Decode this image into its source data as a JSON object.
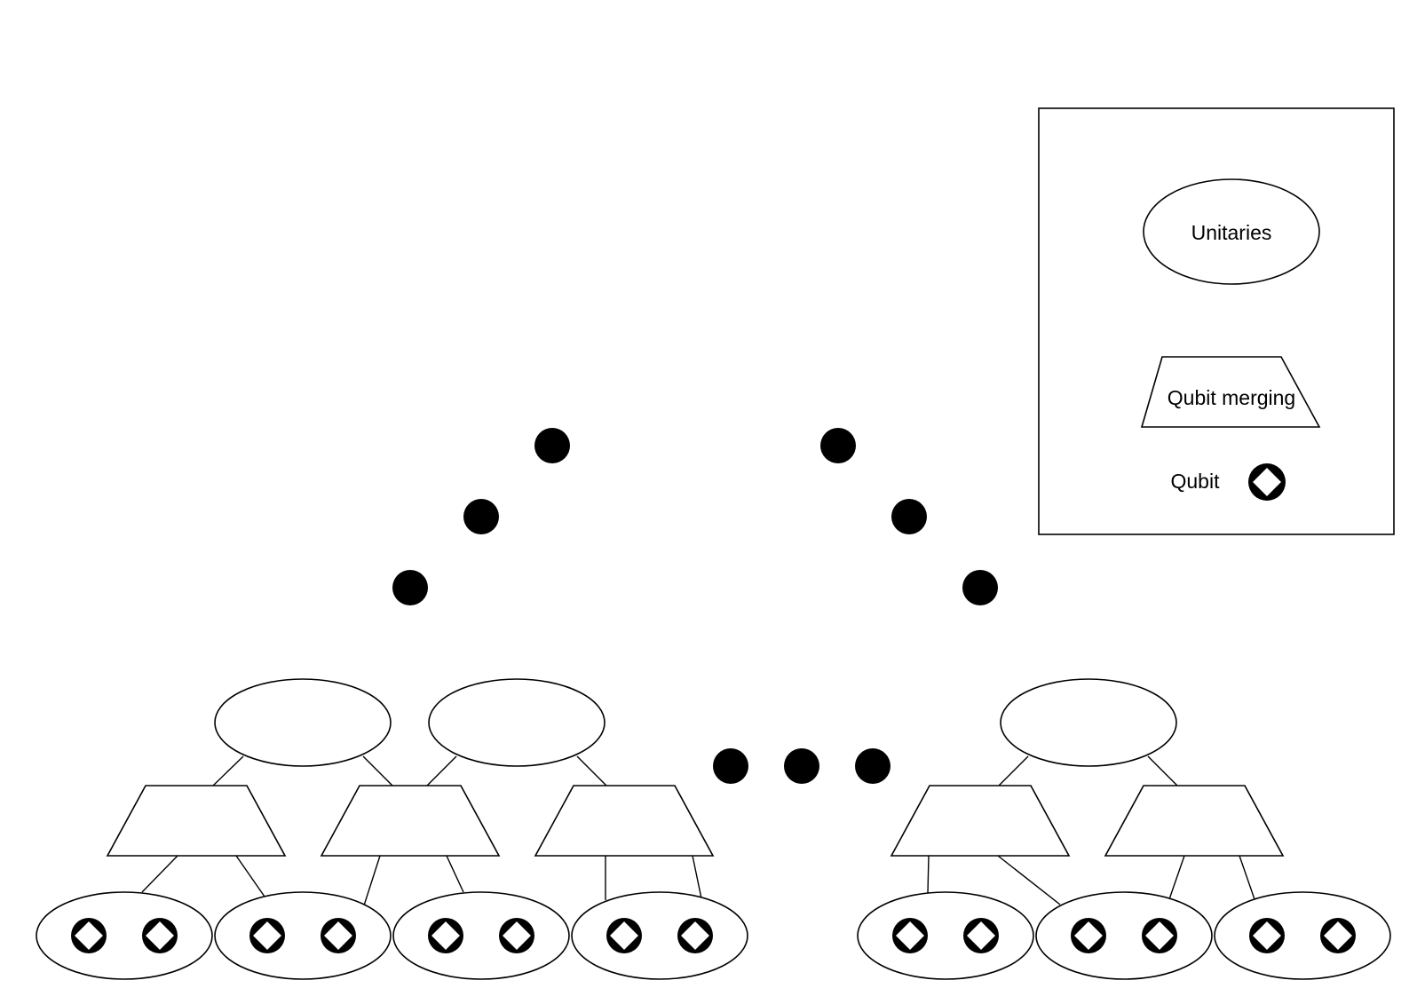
{
  "legend": {
    "unitaries_label": "Unitaries",
    "merging_label": "Qubit merging",
    "qubit_label": "Qubit"
  },
  "colors": {
    "stroke": "#000000",
    "background": "#ffffff",
    "dot": "#000000"
  }
}
